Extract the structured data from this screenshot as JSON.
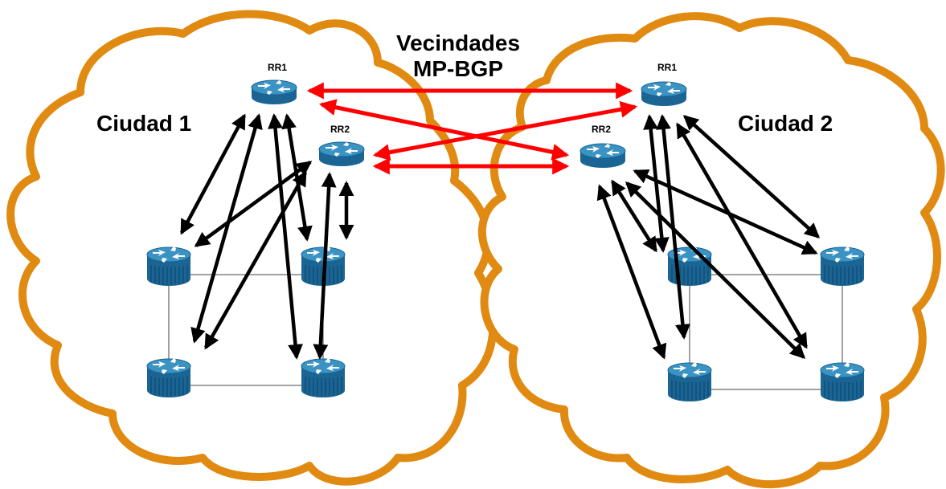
{
  "title": {
    "line1": "Vecindades",
    "line2": "MP-BGP"
  },
  "city1": {
    "label": "Ciudad 1",
    "rr1_label": "RR1",
    "rr2_label": "RR2"
  },
  "city2": {
    "label": "Ciudad 2",
    "rr1_label": "RR1",
    "rr2_label": "RR2"
  },
  "colors": {
    "cloud_stroke": "#e08a12",
    "router_fill": "#1d6e9e",
    "router_top": "#3b93c4",
    "mpbgp_arrow": "#ff0000",
    "ibgp_arrow": "#000000",
    "mesh_line": "#444444"
  },
  "icons": [
    "router-icon"
  ]
}
